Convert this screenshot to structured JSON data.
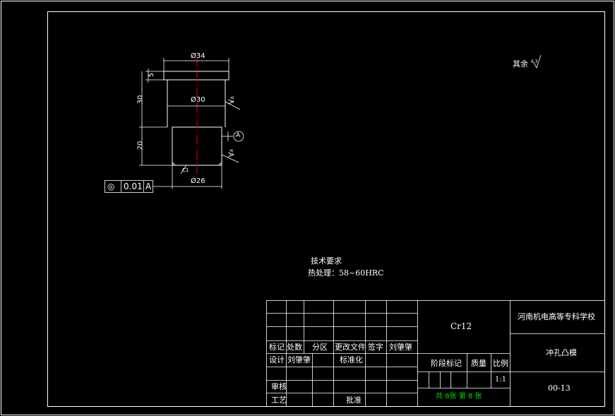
{
  "part": {
    "dims": {
      "top_dia": "Ø34",
      "head_height": "5",
      "upper_length": "30",
      "mid_dia": "Ø30",
      "lower_length": "20",
      "bottom_dia": "Ø26",
      "small_label": "C1"
    },
    "datum": "A",
    "roughness_mid": "1.6",
    "roughness_lower": "0.8",
    "tolerance_frame": {
      "symbol": "◎",
      "value": "0.01",
      "datum": "A"
    }
  },
  "surface_note": {
    "label": "其余",
    "value": "6.3"
  },
  "technical": {
    "title": "技术要求",
    "heat_treatment": "热处理：58~60HRC"
  },
  "title_block": {
    "header_row": [
      "标记",
      "处数",
      "分区",
      "更改文件",
      "签字",
      "刘肇肇"
    ],
    "design_label": "设计",
    "design_name": "刘肇肇",
    "standard_label": "标准化",
    "review_label": "审核",
    "process_label": "工艺",
    "approve_label": "批准",
    "material": "Cr12",
    "stage_label": "阶段标记",
    "mass_label": "质量",
    "ratio_label": "比例",
    "ratio_value": "1:1",
    "sheets": "共 8张 第 8 张",
    "school": "河南机电高等专科学校",
    "part_name": "冲孔凸模",
    "drawing_no": "00-13"
  }
}
